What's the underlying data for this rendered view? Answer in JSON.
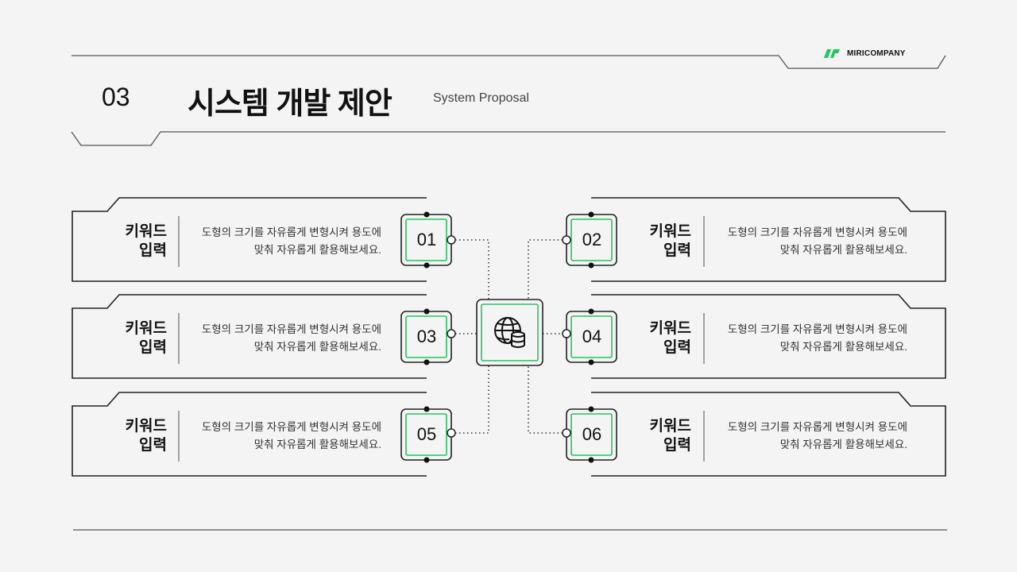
{
  "header": {
    "section_number": "03",
    "title": "시스템 개발 제안",
    "subtitle": "System Proposal",
    "brand": "MIRICOMPANY"
  },
  "colors": {
    "accent": "#22c55e",
    "line": "#222222",
    "background": "#f4f4f4"
  },
  "hub": {
    "icon": "globe-database-icon"
  },
  "items": [
    {
      "number": "01",
      "title_line1": "키워드",
      "title_line2": "입력",
      "desc_line1": "도형의 크기를 자유롭게 변형시켜 용도에",
      "desc_line2": "맞춰 자유롭게 활용해보세요."
    },
    {
      "number": "02",
      "title_line1": "키워드",
      "title_line2": "입력",
      "desc_line1": "도형의 크기를 자유롭게 변형시켜 용도에",
      "desc_line2": "맞춰 자유롭게 활용해보세요."
    },
    {
      "number": "03",
      "title_line1": "키워드",
      "title_line2": "입력",
      "desc_line1": "도형의 크기를 자유롭게 변형시켜 용도에",
      "desc_line2": "맞춰 자유롭게 활용해보세요."
    },
    {
      "number": "04",
      "title_line1": "키워드",
      "title_line2": "입력",
      "desc_line1": "도형의 크기를 자유롭게 변형시켜 용도에",
      "desc_line2": "맞춰 자유롭게 활용해보세요."
    },
    {
      "number": "05",
      "title_line1": "키워드",
      "title_line2": "입력",
      "desc_line1": "도형의 크기를 자유롭게 변형시켜 용도에",
      "desc_line2": "맞춰 자유롭게 활용해보세요."
    },
    {
      "number": "06",
      "title_line1": "키워드",
      "title_line2": "입력",
      "desc_line1": "도형의 크기를 자유롭게 변형시켜 용도에",
      "desc_line2": "맞춰 자유롭게 활용해보세요."
    }
  ]
}
